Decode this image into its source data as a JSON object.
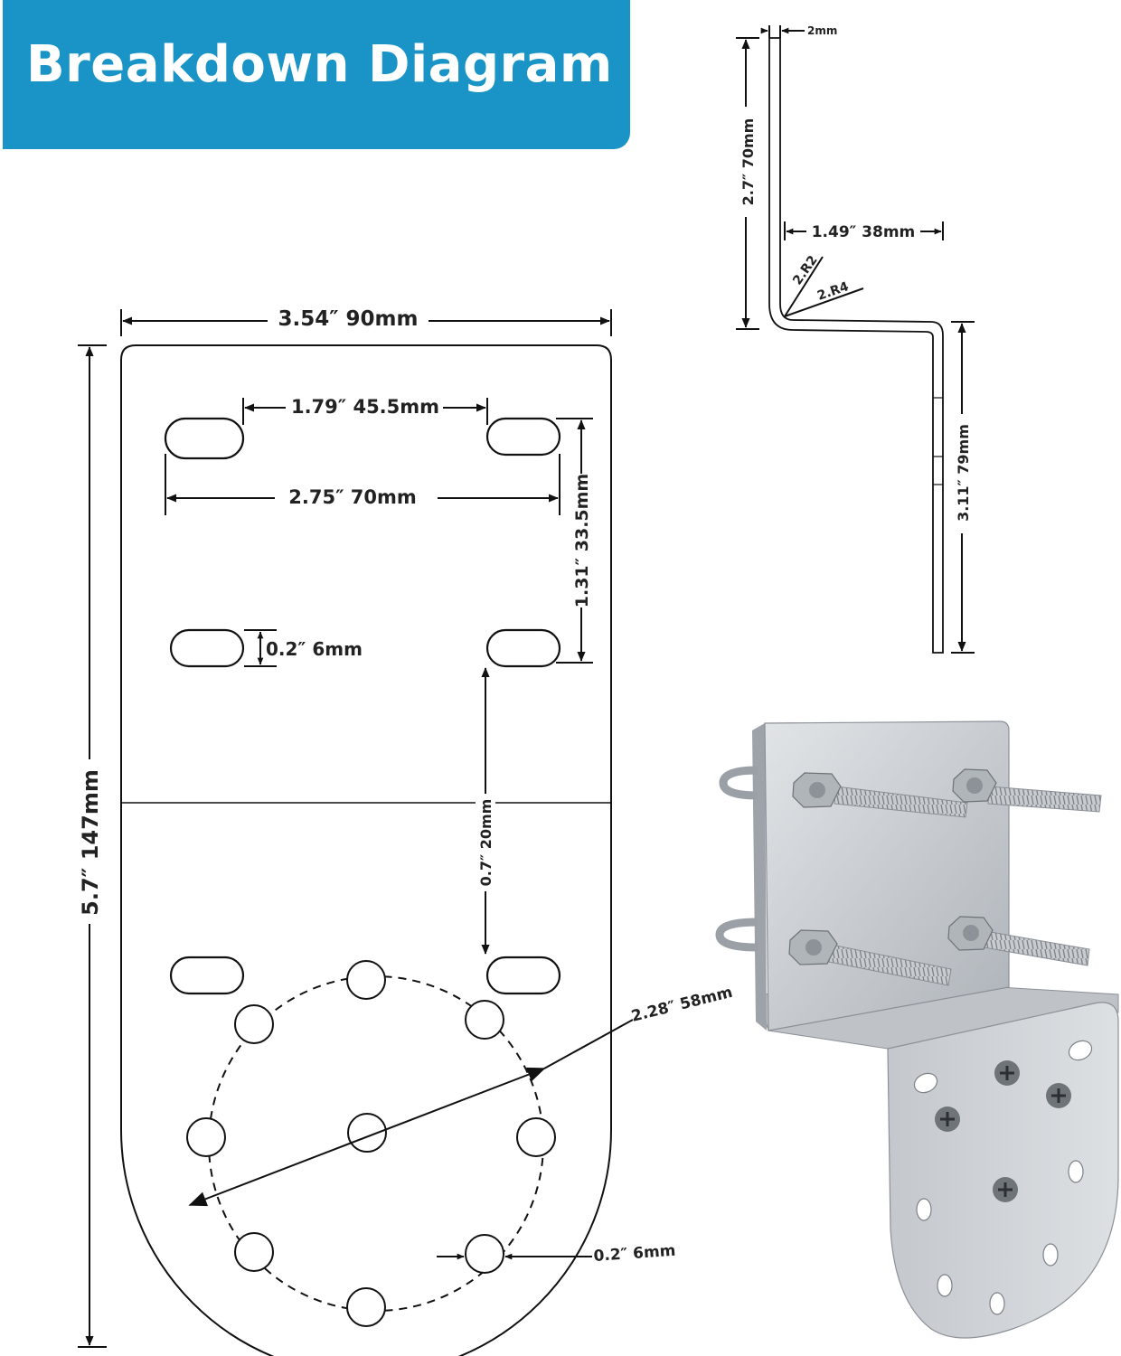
{
  "banner": {
    "title": "Breakdown Diagram",
    "color": "#1a94c6"
  },
  "front_view": {
    "width_label": "3.54″  90mm",
    "height_label": "5.7″  147mm",
    "slot_spacing_inner_label": "1.79″  45.5mm",
    "slot_spacing_outer_label": "2.75″  70mm",
    "slot_vertical_label": "1.31″  33.5mm",
    "slot_width_label": "0.2″  6mm",
    "slot_gap_label": "0.7″  20mm",
    "circle_diameter_label": "2.28″  58mm",
    "hole_diameter_label": "0.2″  6mm"
  },
  "side_view": {
    "thickness_label": "2mm",
    "upper_height_label": "2.7″  70mm",
    "offset_label": "1.49″  38mm",
    "inner_radius_label": "2.R2",
    "outer_radius_label": "2.R4",
    "lower_height_label": "3.11″  79mm"
  },
  "photo": {
    "plate_color": "#c9cdd2",
    "icons": [
      "mounting-bracket-photo",
      "u-bolt-icon",
      "hex-nut-icon",
      "phillips-screw-icon"
    ]
  }
}
